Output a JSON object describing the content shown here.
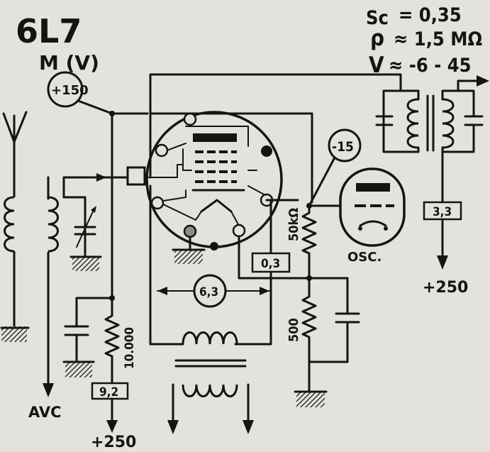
{
  "tube": {
    "name": "6L7",
    "subtitle": "M (V)"
  },
  "specs": {
    "sc_label": "Sc",
    "sc_value": "= 0,35",
    "rho_label": "ρ",
    "rho_value": "≈ 1,5 MΩ",
    "v_label": "V",
    "v_value": "≈ -6 - 45"
  },
  "labels": {
    "plus150": "+150",
    "minus15": "-15",
    "r_3_3": "3,3",
    "r_9_2": "9,2",
    "r_0_3": "0,3",
    "heater_6_3": "6,3",
    "r_50k": "50kΩ",
    "r_500": "500",
    "r_10000": "10.000",
    "osc": "OSC.",
    "avc": "AVC",
    "plus250_right": "+250",
    "plus250_bottom": "+250"
  },
  "colors": {
    "paper": "#e4e2dc",
    "ink": "#141414"
  }
}
